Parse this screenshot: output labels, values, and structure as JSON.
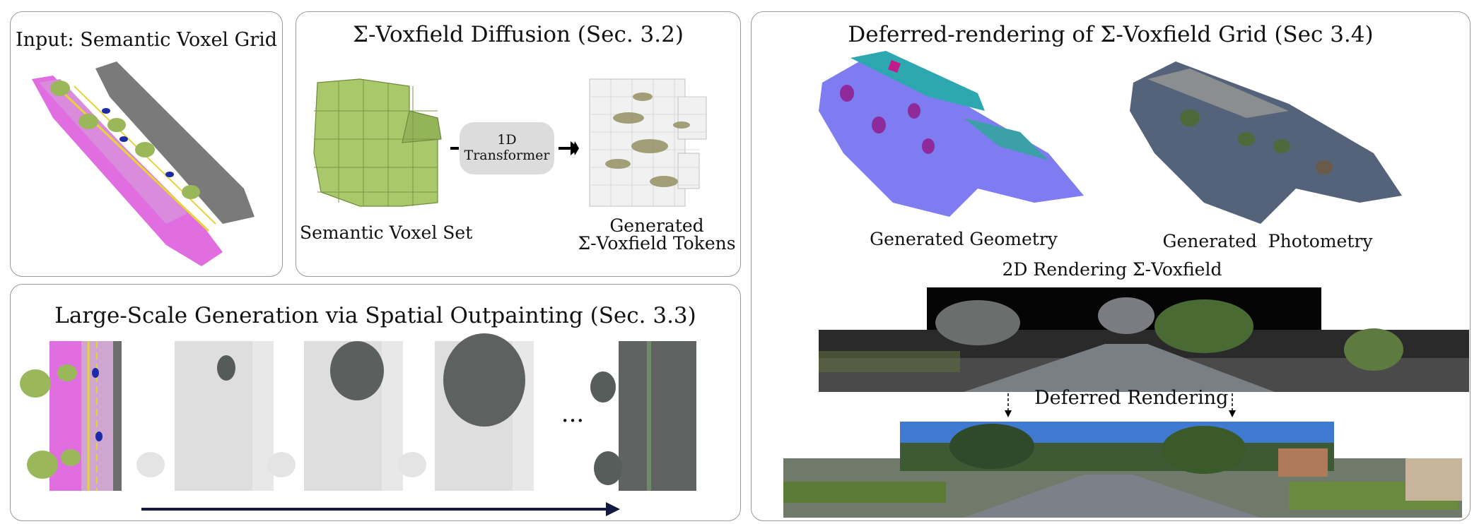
{
  "input_panel": {
    "title": "Input: Semantic Voxel Grid"
  },
  "diffusion_panel": {
    "title": "Σ-Voxfield Diffusion (Sec. 3.2)",
    "transformer_line1": "1D",
    "transformer_line2": "Transformer",
    "caption_left": "Semantic Voxel Set",
    "caption_right_line1": "Generated",
    "caption_right_line2": "Σ-Voxfield Tokens"
  },
  "outpaint_panel": {
    "title": "Large-Scale Generation via Spatial Outpainting (Sec. 3.3)",
    "ellipsis": "..."
  },
  "render_panel": {
    "title": "Deferred-rendering of Σ-Voxfield Grid (Sec 3.4)",
    "caption_geometry": "Generated Geometry",
    "caption_photometry": "Generated  Photometry",
    "caption_2d": "2D Rendering Σ-Voxfield",
    "caption_deferred": "Deferred Rendering"
  },
  "colors": {
    "voxel_green": "#a8c86a",
    "semantic_magenta": "#e06ee0",
    "normal_blue": "#7f7cf2",
    "arrow_navy": "#141a3f",
    "panel_border": "#9a9a9a"
  }
}
